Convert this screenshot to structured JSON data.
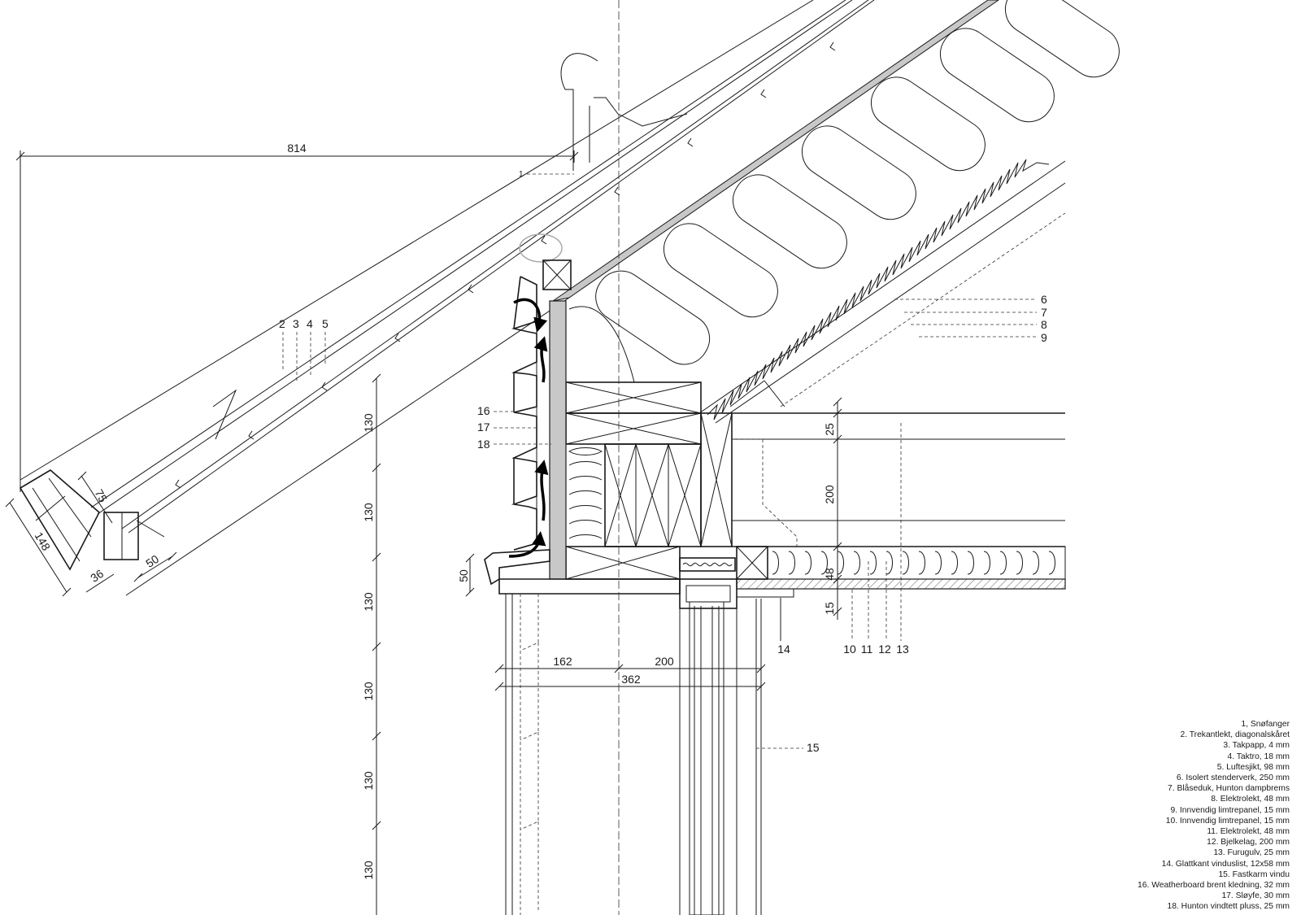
{
  "drawing": {
    "callouts": [
      "1",
      "2",
      "3",
      "4",
      "5",
      "6",
      "7",
      "8",
      "9",
      "10",
      "11",
      "12",
      "13",
      "14",
      "15",
      "16",
      "17",
      "18"
    ],
    "dimensions": {
      "overhang": "814",
      "fascia_height": "75",
      "fascia_depth": "148",
      "batten": "36",
      "gap": "50",
      "course": "130",
      "board": "50",
      "wall_outer": "162",
      "wall_inner": "200",
      "wall_total": "362",
      "floor_top": "25",
      "joist": "200",
      "service": "48",
      "ceiling": "15"
    }
  },
  "legend": [
    "1, Snøfanger",
    "2. Trekantlekt, diagonalskåret",
    "3. Takpapp, 4 mm",
    "4. Taktro, 18 mm",
    "5. Luftesjikt, 98 mm",
    "6. Isolert stenderverk, 250 mm",
    "7. Blåseduk, Hunton dampbrems",
    "8. Elektrolekt, 48 mm",
    "9. Innvendig limtrepanel, 15 mm",
    "10. Innvendig limtrepanel, 15 mm",
    "11. Elektrolekt, 48 mm",
    "12. Bjelkelag, 200 mm",
    "13. Furugulv, 25 mm",
    "14. Glattkant vinduslist, 12x58 mm",
    "15. Fastkarm vindu",
    "16. Weatherboard brent kledning, 32 mm",
    "17. Sløyfe, 30 mm",
    "18. Hunton vindtett pluss, 25 mm"
  ]
}
